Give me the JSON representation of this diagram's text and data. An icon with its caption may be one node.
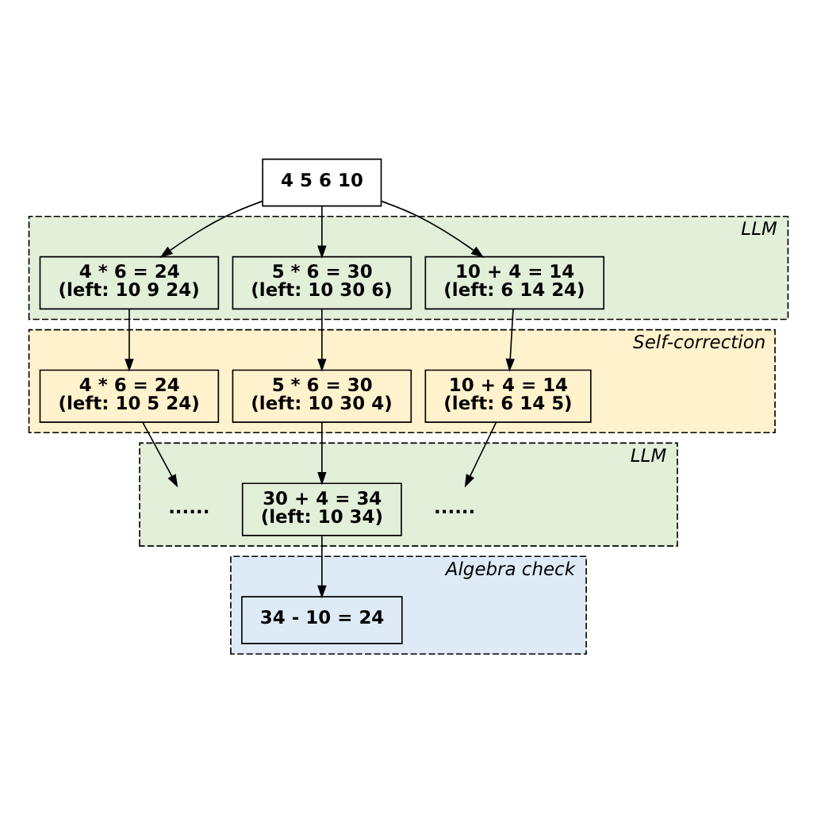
{
  "diagram": {
    "nodes": [
      {
        "text": [
          "4 5 6 10"
        ]
      },
      {
        "text": [
          "LLM"
        ]
      },
      {
        "text": [
          "4 * 6 = 24 (left: 10 9 24)"
        ],
        "in": 1
      },
      {
        "text": [
          "5 * 6 = 30 (left: 10 30 6)"
        ],
        "in": 1
      },
      {
        "text": [
          "10 + 4 = 14 (left: 6 14 24)"
        ],
        "in": 1
      },
      {
        "text": [
          "Self-correction"
        ]
      },
      {
        "text": [
          "4 * 6 = 24 (left: 10 5 24)"
        ],
        "in": 5
      },
      {
        "text": [
          "5 * 6 = 30 (left: 10 30 4)"
        ],
        "in": 5
      },
      {
        "text": [
          "10 + 4 = 14 (left: 6 14 5)"
        ],
        "in": 5
      },
      {
        "text": [
          "LLM"
        ]
      },
      {
        "text": [
          "......"
        ],
        "in": 9
      },
      {
        "text": [
          "30 + 4 = 34 (left: 10 34)"
        ],
        "in": 9
      },
      {
        "text": [
          "......"
        ],
        "in": 9
      },
      {
        "text": [
          "Algebra check"
        ]
      },
      {
        "text": [
          "34 - 10 = 24"
        ],
        "in": 13
      }
    ],
    "edges": [
      {
        "from": 0,
        "to": 2,
        "arrow": "to"
      },
      {
        "from": 0,
        "to": 3,
        "arrow": "to"
      },
      {
        "from": 0,
        "to": 4,
        "arrow": "to"
      },
      {
        "from": 2,
        "to": 6,
        "arrow": "to"
      },
      {
        "from": 3,
        "to": 7,
        "arrow": "to"
      },
      {
        "from": 4,
        "to": 8,
        "arrow": "to"
      },
      {
        "from": 6,
        "to": 10,
        "arrow": "to"
      },
      {
        "from": 7,
        "to": 11,
        "arrow": "to"
      },
      {
        "from": 8,
        "to": 12,
        "arrow": "to"
      },
      {
        "from": 11,
        "to": 14,
        "arrow": "to"
      }
    ]
  }
}
